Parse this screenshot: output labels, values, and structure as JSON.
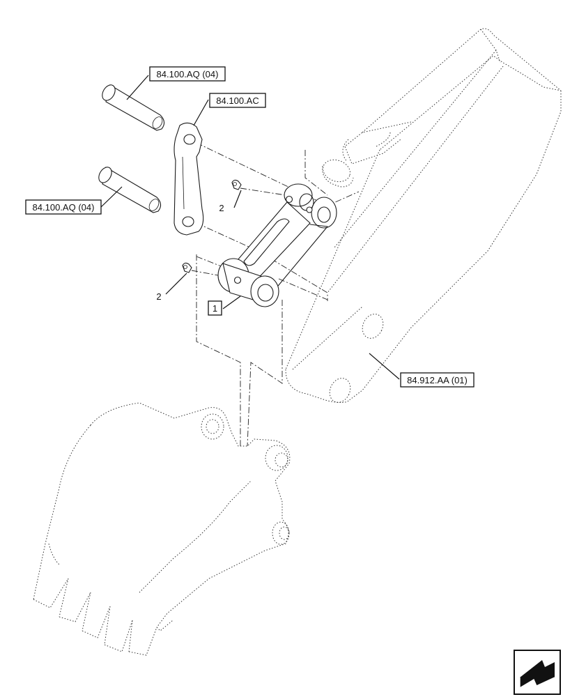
{
  "callouts": {
    "pin_upper": "84.100.AQ (04)",
    "link_plate": "84.100.AC",
    "pin_lower": "84.100.AQ (04)",
    "item_1": "1",
    "item_2_upper": "2",
    "item_2_lower": "2",
    "arm": "84.912.AA (01)"
  },
  "icons": {
    "navigation": "previous-page-arrow-icon"
  }
}
